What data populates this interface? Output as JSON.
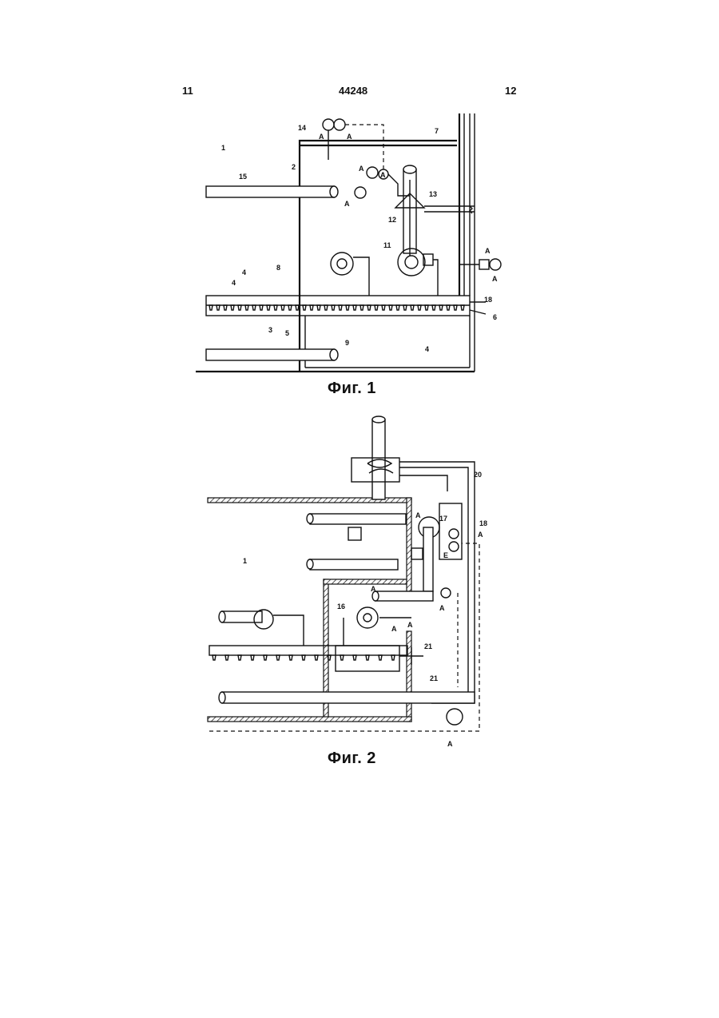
{
  "header": {
    "left_page": "11",
    "doc_number": "44248",
    "right_page": "12"
  },
  "figure1": {
    "caption": "Фиг. 1",
    "labels": [
      "1",
      "2",
      "3",
      "4",
      "4",
      "4",
      "5",
      "6",
      "7",
      "8",
      "9",
      "11",
      "12",
      "13",
      "14",
      "15",
      "18",
      "A",
      "A",
      "A",
      "A",
      "A",
      "A",
      "A"
    ]
  },
  "figure2": {
    "caption": "Фиг. 2",
    "labels": [
      "1",
      "16",
      "17",
      "18",
      "20",
      "21",
      "21",
      "A",
      "A",
      "A",
      "A",
      "A",
      "A",
      "A",
      "E"
    ]
  }
}
